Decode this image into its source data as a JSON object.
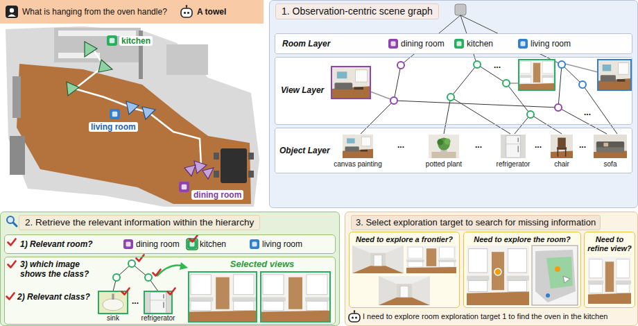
{
  "diagram": {
    "nodes": [
      {
        "text": [
          "What is hanging from the oven handle?",
          "A towel"
        ]
      },
      {
        "text": [
          "1. Observation-centric scene graph"
        ]
      },
      {
        "text": [
          "Room Layer"
        ],
        "in": 1
      },
      {
        "text": [
          "View Layer"
        ],
        "in": 1
      },
      {
        "text": [
          "Object Layer"
        ],
        "in": 1
      },
      {
        "text": [
          "2. Retrieve the relevant information within the hierarchy"
        ]
      },
      {
        "text": [
          "1) Relevant room?"
        ],
        "in": 5
      },
      {
        "text": [
          "3) which image shows the class?",
          "2) Relevant class?",
          "Selected views"
        ],
        "in": 5
      },
      {
        "text": [
          "3. Select exploration target to search for missing information",
          "I need to explore room exploration target 1 to find the oven in the kitchen"
        ]
      },
      {
        "text": [
          "Need to explore a frontier?"
        ],
        "in": 8
      },
      {
        "text": [
          "Need to explore the room?"
        ],
        "in": 8
      },
      {
        "text": [
          "Need to refine view?"
        ],
        "in": 8
      }
    ],
    "labels": [
      "kitchen",
      "living room",
      "dining room",
      "dining room",
      "kitchen",
      "living room",
      "...",
      "...",
      "canvas painting",
      "...",
      "potted plant",
      "...",
      "refrigerator",
      "...",
      "chair",
      "...",
      "sofa",
      "dining room",
      "kitchen",
      "living room",
      "...",
      "sink",
      "refrigerator"
    ]
  }
}
